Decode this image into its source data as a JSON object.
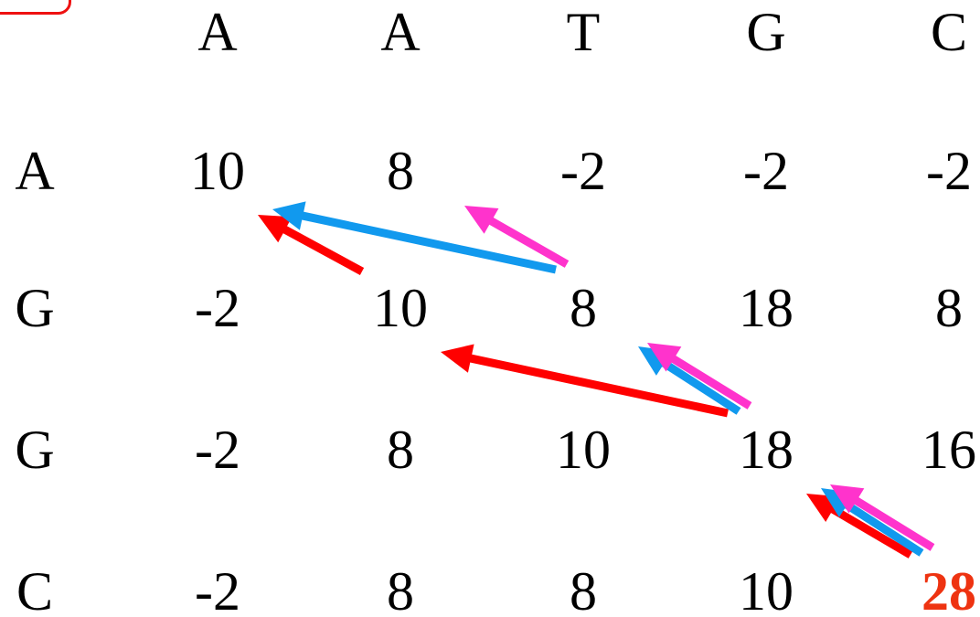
{
  "matrix": {
    "col_headers": [
      "A",
      "A",
      "T",
      "G",
      "C"
    ],
    "row_headers": [
      "A",
      "G",
      "G",
      "C"
    ],
    "rows": [
      [
        "10",
        "8",
        "-2",
        "-2",
        "-2"
      ],
      [
        "-2",
        "10",
        "8",
        "18",
        "8"
      ],
      [
        "-2",
        "8",
        "10",
        "18",
        "16"
      ],
      [
        "-2",
        "8",
        "8",
        "10",
        "28"
      ]
    ],
    "final_cell": {
      "row": 3,
      "col": 4
    }
  },
  "colors": {
    "final_value": "#ee3311",
    "corner_box": "#ee1111",
    "arrow_red": "#ff0000",
    "arrow_blue": "#1199ee",
    "arrow_pink": "#ff33cc"
  },
  "traceback": {
    "red": [
      [
        3,
        4,
        2,
        3
      ],
      [
        2,
        3,
        1,
        1
      ],
      [
        1,
        1,
        0,
        0
      ]
    ],
    "blue": [
      [
        3,
        4,
        2,
        3
      ],
      [
        2,
        3,
        1,
        2
      ],
      [
        1,
        2,
        0,
        0
      ]
    ],
    "pink": [
      [
        3,
        4,
        2,
        3
      ],
      [
        2,
        3,
        1,
        2
      ],
      [
        1,
        2,
        0,
        1
      ]
    ]
  }
}
